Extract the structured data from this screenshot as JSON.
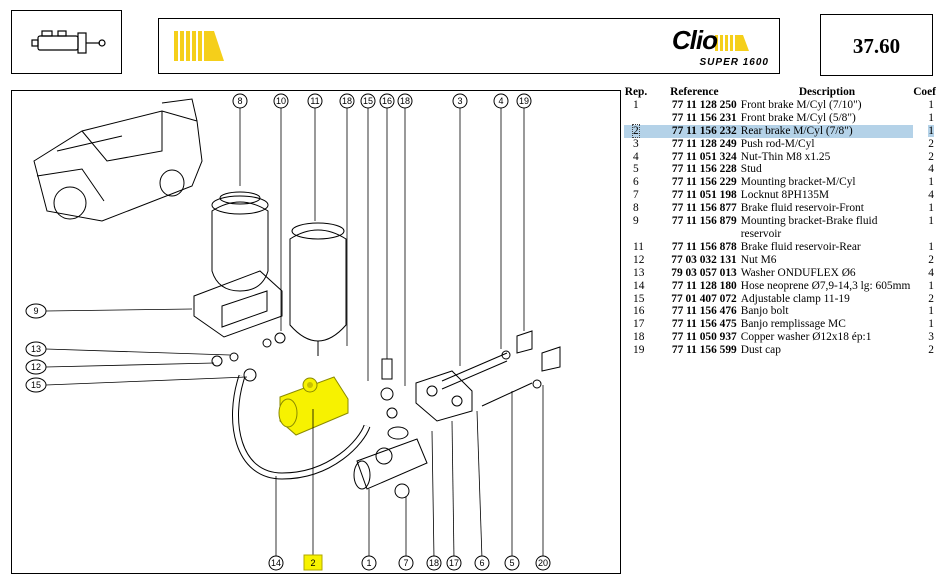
{
  "header": {
    "brand_name": "Clio",
    "brand_sub": "SUPER 1600",
    "page_number": "37.60"
  },
  "table": {
    "columns": {
      "rep": "Rep.",
      "reference": "Reference",
      "description": "Description",
      "coef": "Coef"
    },
    "rows": [
      {
        "rep": "1",
        "reference": "77 11 128 250",
        "description": "Front brake M/Cyl (7/10\")",
        "coef": "1"
      },
      {
        "rep": "",
        "reference": "77 11 156 231",
        "description": "Front brake M/Cyl (5/8\")",
        "coef": "1"
      },
      {
        "rep": "2",
        "reference": "77 11 156 232",
        "description": "Rear brake M/Cyl (7/8\")",
        "coef": "1",
        "selected": true
      },
      {
        "rep": "3",
        "reference": "77 11 128 249",
        "description": "Push rod-M/Cyl",
        "coef": "2"
      },
      {
        "rep": "4",
        "reference": "77 11 051 324",
        "description": "Nut-Thin M8 x1.25",
        "coef": "2"
      },
      {
        "rep": "5",
        "reference": "77 11 156 228",
        "description": "Stud",
        "coef": "4"
      },
      {
        "rep": "6",
        "reference": "77 11 156 229",
        "description": "Mounting bracket-M/Cyl",
        "coef": "1"
      },
      {
        "rep": "7",
        "reference": "77 11 051 198",
        "description": "Locknut 8PH135M",
        "coef": "4"
      },
      {
        "rep": "8",
        "reference": "77 11 156 877",
        "description": "Brake fluid reservoir-Front",
        "coef": "1"
      },
      {
        "rep": "9",
        "reference": "77 11 156 879",
        "description": "Mounting bracket-Brake fluid reservoir",
        "coef": "1"
      },
      {
        "rep": "11",
        "reference": "77 11 156 878",
        "description": "Brake fluid reservoir-Rear",
        "coef": "1"
      },
      {
        "rep": "12",
        "reference": "77 03 032 131",
        "description": "Nut M6",
        "coef": "2"
      },
      {
        "rep": "13",
        "reference": "79 03 057 013",
        "description": "Washer ONDUFLEX Ø6",
        "coef": "4"
      },
      {
        "rep": "14",
        "reference": "77 11 128 180",
        "description": "Hose neoprene Ø7,9-14,3 lg: 605mm",
        "coef": "1"
      },
      {
        "rep": "15",
        "reference": "77 01 407 072",
        "description": "Adjustable clamp 11-19",
        "coef": "2"
      },
      {
        "rep": "16",
        "reference": "77 11 156 476",
        "description": "Banjo bolt",
        "coef": "1"
      },
      {
        "rep": "17",
        "reference": "77 11 156 475",
        "description": "Banjo remplissage MC",
        "coef": "1"
      },
      {
        "rep": "18",
        "reference": "77 11 050 937",
        "description": "Copper washer Ø12x18 ép:1",
        "coef": "3"
      },
      {
        "rep": "19",
        "reference": "77 11 156 599",
        "description": "Dust cap",
        "coef": "2"
      }
    ]
  },
  "diagram": {
    "top_callouts": [
      "8",
      "10",
      "11",
      "18",
      "15",
      "16",
      "18",
      "3",
      "4",
      "19"
    ],
    "left_callouts": [
      "9",
      "13",
      "12",
      "15"
    ],
    "bottom_callouts": [
      "14",
      "2",
      "1",
      "7",
      "18",
      "17",
      "6",
      "5",
      "20"
    ],
    "highlighted_callout": "2",
    "highlight_color": "#f7f200"
  },
  "colors": {
    "banner_yellow": "#f5cf1a",
    "selection_blue": "#b4d2e8"
  }
}
